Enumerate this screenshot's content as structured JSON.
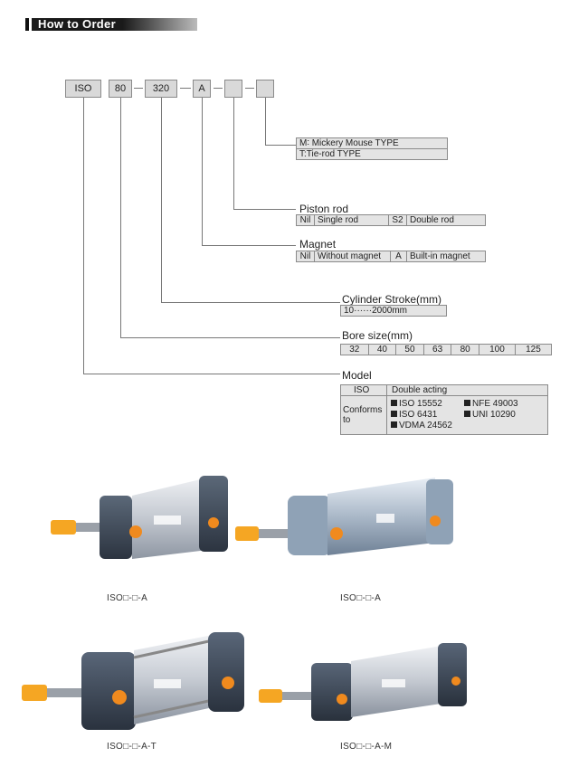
{
  "header": {
    "title": "How to Order"
  },
  "code": [
    "ISO",
    "80",
    "320",
    "A",
    "",
    ""
  ],
  "type": {
    "rows": [
      "M∶ Mickery Mouse TYPE",
      "T:Tie-rod  TYPE"
    ]
  },
  "piston_rod": {
    "title": "Piston rod",
    "cells": [
      "Nil",
      "Single rod",
      "S2",
      "Double rod"
    ]
  },
  "magnet": {
    "title": "Magnet",
    "cells": [
      "Nil",
      "Without magnet",
      "A",
      "Built-in magnet"
    ]
  },
  "stroke": {
    "title": "Cylinder Stroke(mm)",
    "value": "10······2000mm"
  },
  "bore": {
    "title": "Bore size(mm)",
    "values": [
      "32",
      "40",
      "50",
      "63",
      "80",
      "100",
      "125"
    ]
  },
  "model": {
    "title": "Model",
    "col1": "ISO",
    "col2": "Double acting",
    "conforms_line1": "Conforms",
    "conforms_line2": "to",
    "standards": [
      "ISO  15552",
      "NFE  49003",
      "ISO 6431",
      "UNI  10290",
      "VDMA 24562"
    ]
  },
  "products": [
    {
      "caption": "ISO□-□-A"
    },
    {
      "caption": "ISO□-□-A"
    },
    {
      "caption": "ISO□-□-A-T"
    },
    {
      "caption": "ISO□-□-A-M"
    }
  ],
  "colors": {
    "end_cap": "#3d4a5a",
    "barrel": "#c9ced6",
    "port": "#f08a1e",
    "rod_tip": "#f5a623"
  }
}
